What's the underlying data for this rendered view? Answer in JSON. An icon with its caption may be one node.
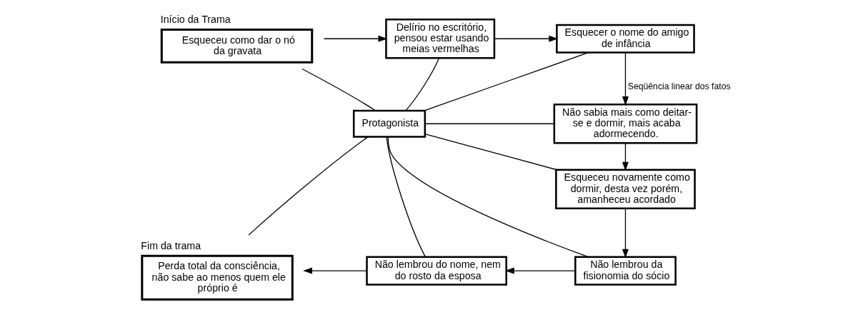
{
  "diagram": {
    "nodes": [
      {
        "text": [
          "Esqueceu como dar o nó da gravata"
        ],
        "beside": [
          "Início da Trama"
        ]
      },
      {
        "text": [
          "Delírio no escritório, pensou estar usando meias vermelhas"
        ]
      },
      {
        "text": [
          "Esquecer o nome do amigo de infância"
        ]
      },
      {
        "text": [
          "Não sabia mais como deitar-se e dormir, mais acaba adormecendo."
        ]
      },
      {
        "text": [
          "Esqueceu novamente como dormir, desta vez porém, amanheceu acordado"
        ]
      },
      {
        "text": [
          "Não lembrou da fisionomia do sócio"
        ]
      },
      {
        "text": [
          "Não lembrou do nome, nem do rosto da esposa"
        ]
      },
      {
        "text": [
          "Perda total da consciência, não sabe ao menos quem ele próprio é"
        ],
        "beside": [
          "Fim da trama"
        ]
      },
      {
        "text": [
          "Protagonista"
        ]
      }
    ],
    "edges": [
      {
        "from": 0,
        "to": 1,
        "arrow": "to"
      },
      {
        "from": 1,
        "to": 2,
        "arrow": "to"
      },
      {
        "from": 2,
        "to": 3,
        "arrow": "to",
        "label": "Seqüência linear dos fatos"
      },
      {
        "from": 3,
        "to": 4,
        "arrow": "to"
      },
      {
        "from": 4,
        "to": 5,
        "arrow": "to"
      },
      {
        "from": 5,
        "to": 6,
        "arrow": "to"
      },
      {
        "from": 6,
        "to": 7,
        "arrow": "to"
      },
      {
        "from": 8,
        "to": 0,
        "arrow": "none"
      },
      {
        "from": 8,
        "to": 1,
        "arrow": "none"
      },
      {
        "from": 8,
        "to": 2,
        "arrow": "none"
      },
      {
        "from": 8,
        "to": 3,
        "arrow": "none"
      },
      {
        "from": 8,
        "to": 4,
        "arrow": "none"
      },
      {
        "from": 8,
        "to": 5,
        "arrow": "none"
      },
      {
        "from": 8,
        "to": 6,
        "arrow": "none"
      },
      {
        "from": 8,
        "to": 7,
        "arrow": "none"
      }
    ]
  }
}
